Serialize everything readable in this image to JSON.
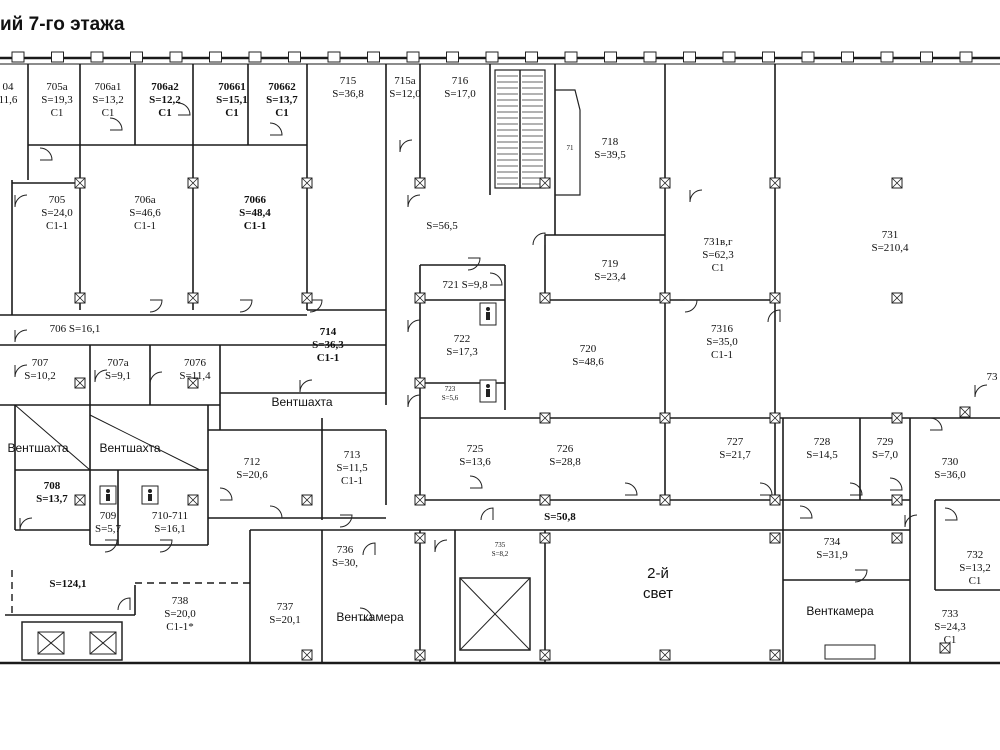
{
  "title": "ий 7-го этажа",
  "rooms": [
    {
      "id": "r704",
      "lines": [
        "04",
        "11,6"
      ]
    },
    {
      "id": "r705a",
      "lines": [
        "705a",
        "S=19,3",
        "C1"
      ]
    },
    {
      "id": "r706a1",
      "lines": [
        "706a1",
        "S=13,2",
        "C1"
      ]
    },
    {
      "id": "r706a2",
      "lines": [
        "706a2",
        "S=12,2",
        "C1"
      ],
      "bold": true
    },
    {
      "id": "r706b1",
      "lines": [
        "70661",
        "S=15,1",
        "C1"
      ],
      "bold": true
    },
    {
      "id": "r706b2",
      "lines": [
        "70662",
        "S=13,7",
        "C1"
      ],
      "bold": true
    },
    {
      "id": "r715",
      "lines": [
        "715",
        "S=36,8"
      ]
    },
    {
      "id": "r715a",
      "lines": [
        "715a",
        "S=12,0"
      ]
    },
    {
      "id": "r716",
      "lines": [
        "716",
        "S=17,0"
      ]
    },
    {
      "id": "r718",
      "lines": [
        "718",
        "S=39,5"
      ]
    },
    {
      "id": "r731",
      "lines": [
        "731",
        "S=210,4"
      ]
    },
    {
      "id": "r705",
      "lines": [
        "705",
        "S=24,0",
        "C1-1"
      ]
    },
    {
      "id": "r706a",
      "lines": [
        "706a",
        "S=46,6",
        "C1-1"
      ]
    },
    {
      "id": "r706b",
      "lines": [
        "7066",
        "S=48,4",
        "C1-1"
      ],
      "bold": true
    },
    {
      "id": "rCorr",
      "lines": [
        "S=56,5"
      ]
    },
    {
      "id": "r731vg",
      "lines": [
        "731в,г",
        "S=62,3",
        "C1"
      ]
    },
    {
      "id": "r719",
      "lines": [
        "719",
        "S=23,4"
      ]
    },
    {
      "id": "r721",
      "lines": [
        "721 S=9,8"
      ]
    },
    {
      "id": "r706",
      "lines": [
        "706 S=16,1"
      ]
    },
    {
      "id": "r714",
      "lines": [
        "714",
        "S=36,3",
        "C1-1"
      ],
      "bold": true
    },
    {
      "id": "r722",
      "lines": [
        "722",
        "S=17,3"
      ]
    },
    {
      "id": "r720",
      "lines": [
        "720",
        "S=48,6"
      ]
    },
    {
      "id": "r731b",
      "lines": [
        "7316",
        "S=35,0",
        "C1-1"
      ]
    },
    {
      "id": "r707",
      "lines": [
        "707",
        "S=10,2"
      ]
    },
    {
      "id": "r707a",
      "lines": [
        "707a",
        "S=9,1"
      ]
    },
    {
      "id": "r707b",
      "lines": [
        "7076",
        "S=11,4"
      ]
    },
    {
      "id": "r723",
      "lines": [
        "723",
        "S=5,6"
      ],
      "small": true
    },
    {
      "id": "rVent1",
      "lines": [
        "Вентшахта"
      ],
      "sans": true
    },
    {
      "id": "rVent2",
      "lines": [
        "Вентшахта"
      ],
      "sans": true
    },
    {
      "id": "rVent3",
      "lines": [
        "Вентшахта"
      ],
      "sans": true
    },
    {
      "id": "r725",
      "lines": [
        "725",
        "S=13,6"
      ]
    },
    {
      "id": "r726",
      "lines": [
        "726",
        "S=28,8"
      ]
    },
    {
      "id": "r727",
      "lines": [
        "727",
        "S=21,7"
      ]
    },
    {
      "id": "r728",
      "lines": [
        "728",
        "S=14,5"
      ]
    },
    {
      "id": "r729",
      "lines": [
        "729",
        "S=7,0"
      ]
    },
    {
      "id": "r730",
      "lines": [
        "730",
        "S=36,0"
      ]
    },
    {
      "id": "r712",
      "lines": [
        "712",
        "S=20,6"
      ]
    },
    {
      "id": "r713",
      "lines": [
        "713",
        "S=11,5",
        "C1-1"
      ]
    },
    {
      "id": "r708",
      "lines": [
        "708",
        "S=13,7"
      ],
      "bold": true
    },
    {
      "id": "r709",
      "lines": [
        "709",
        "S=5,7"
      ]
    },
    {
      "id": "r710",
      "lines": [
        "710-711",
        "S=16,1"
      ]
    },
    {
      "id": "rHall",
      "lines": [
        "S=50,8"
      ],
      "bold": true
    },
    {
      "id": "r735",
      "lines": [
        "735",
        "S=8,2"
      ],
      "small": true
    },
    {
      "id": "r734",
      "lines": [
        "734",
        "S=31,9"
      ]
    },
    {
      "id": "r732",
      "lines": [
        "732",
        "S=13,2",
        "C1"
      ]
    },
    {
      "id": "r736",
      "lines": [
        "736",
        "S=30,"
      ]
    },
    {
      "id": "r2nd",
      "lines": [
        "2-й",
        "свет"
      ],
      "big": true
    },
    {
      "id": "rLobby",
      "lines": [
        "S=124,1"
      ],
      "bold": true
    },
    {
      "id": "r738",
      "lines": [
        "738",
        "S=20,0",
        "C1-1*"
      ]
    },
    {
      "id": "r737",
      "lines": [
        "737",
        "S=20,1"
      ]
    },
    {
      "id": "rVk1",
      "lines": [
        "Венткамера"
      ],
      "sans": true
    },
    {
      "id": "rVk2",
      "lines": [
        "Венткамера"
      ],
      "sans": true
    },
    {
      "id": "r733",
      "lines": [
        "733",
        "S=24,3",
        "C1"
      ]
    },
    {
      "id": "r711",
      "lines": [
        "71"
      ],
      "small": true
    },
    {
      "id": "r73",
      "lines": [
        "73"
      ]
    }
  ]
}
